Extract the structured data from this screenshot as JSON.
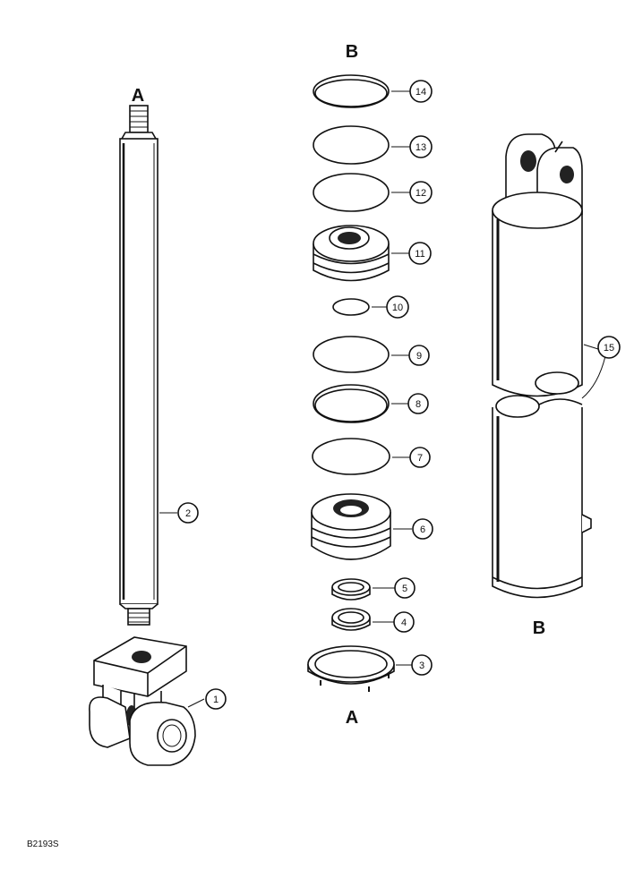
{
  "figure_code": "B2193S",
  "section_labels": {
    "rod_top": "A",
    "seal_stack_top": "B",
    "seal_stack_bottom": "A",
    "barrel_bottom": "B"
  },
  "callouts": [
    {
      "number": "1"
    },
    {
      "number": "2"
    },
    {
      "number": "3"
    },
    {
      "number": "4"
    },
    {
      "number": "5"
    },
    {
      "number": "6"
    },
    {
      "number": "7"
    },
    {
      "number": "8"
    },
    {
      "number": "9"
    },
    {
      "number": "10"
    },
    {
      "number": "11"
    },
    {
      "number": "12"
    },
    {
      "number": "13"
    },
    {
      "number": "14"
    },
    {
      "number": "15"
    }
  ]
}
